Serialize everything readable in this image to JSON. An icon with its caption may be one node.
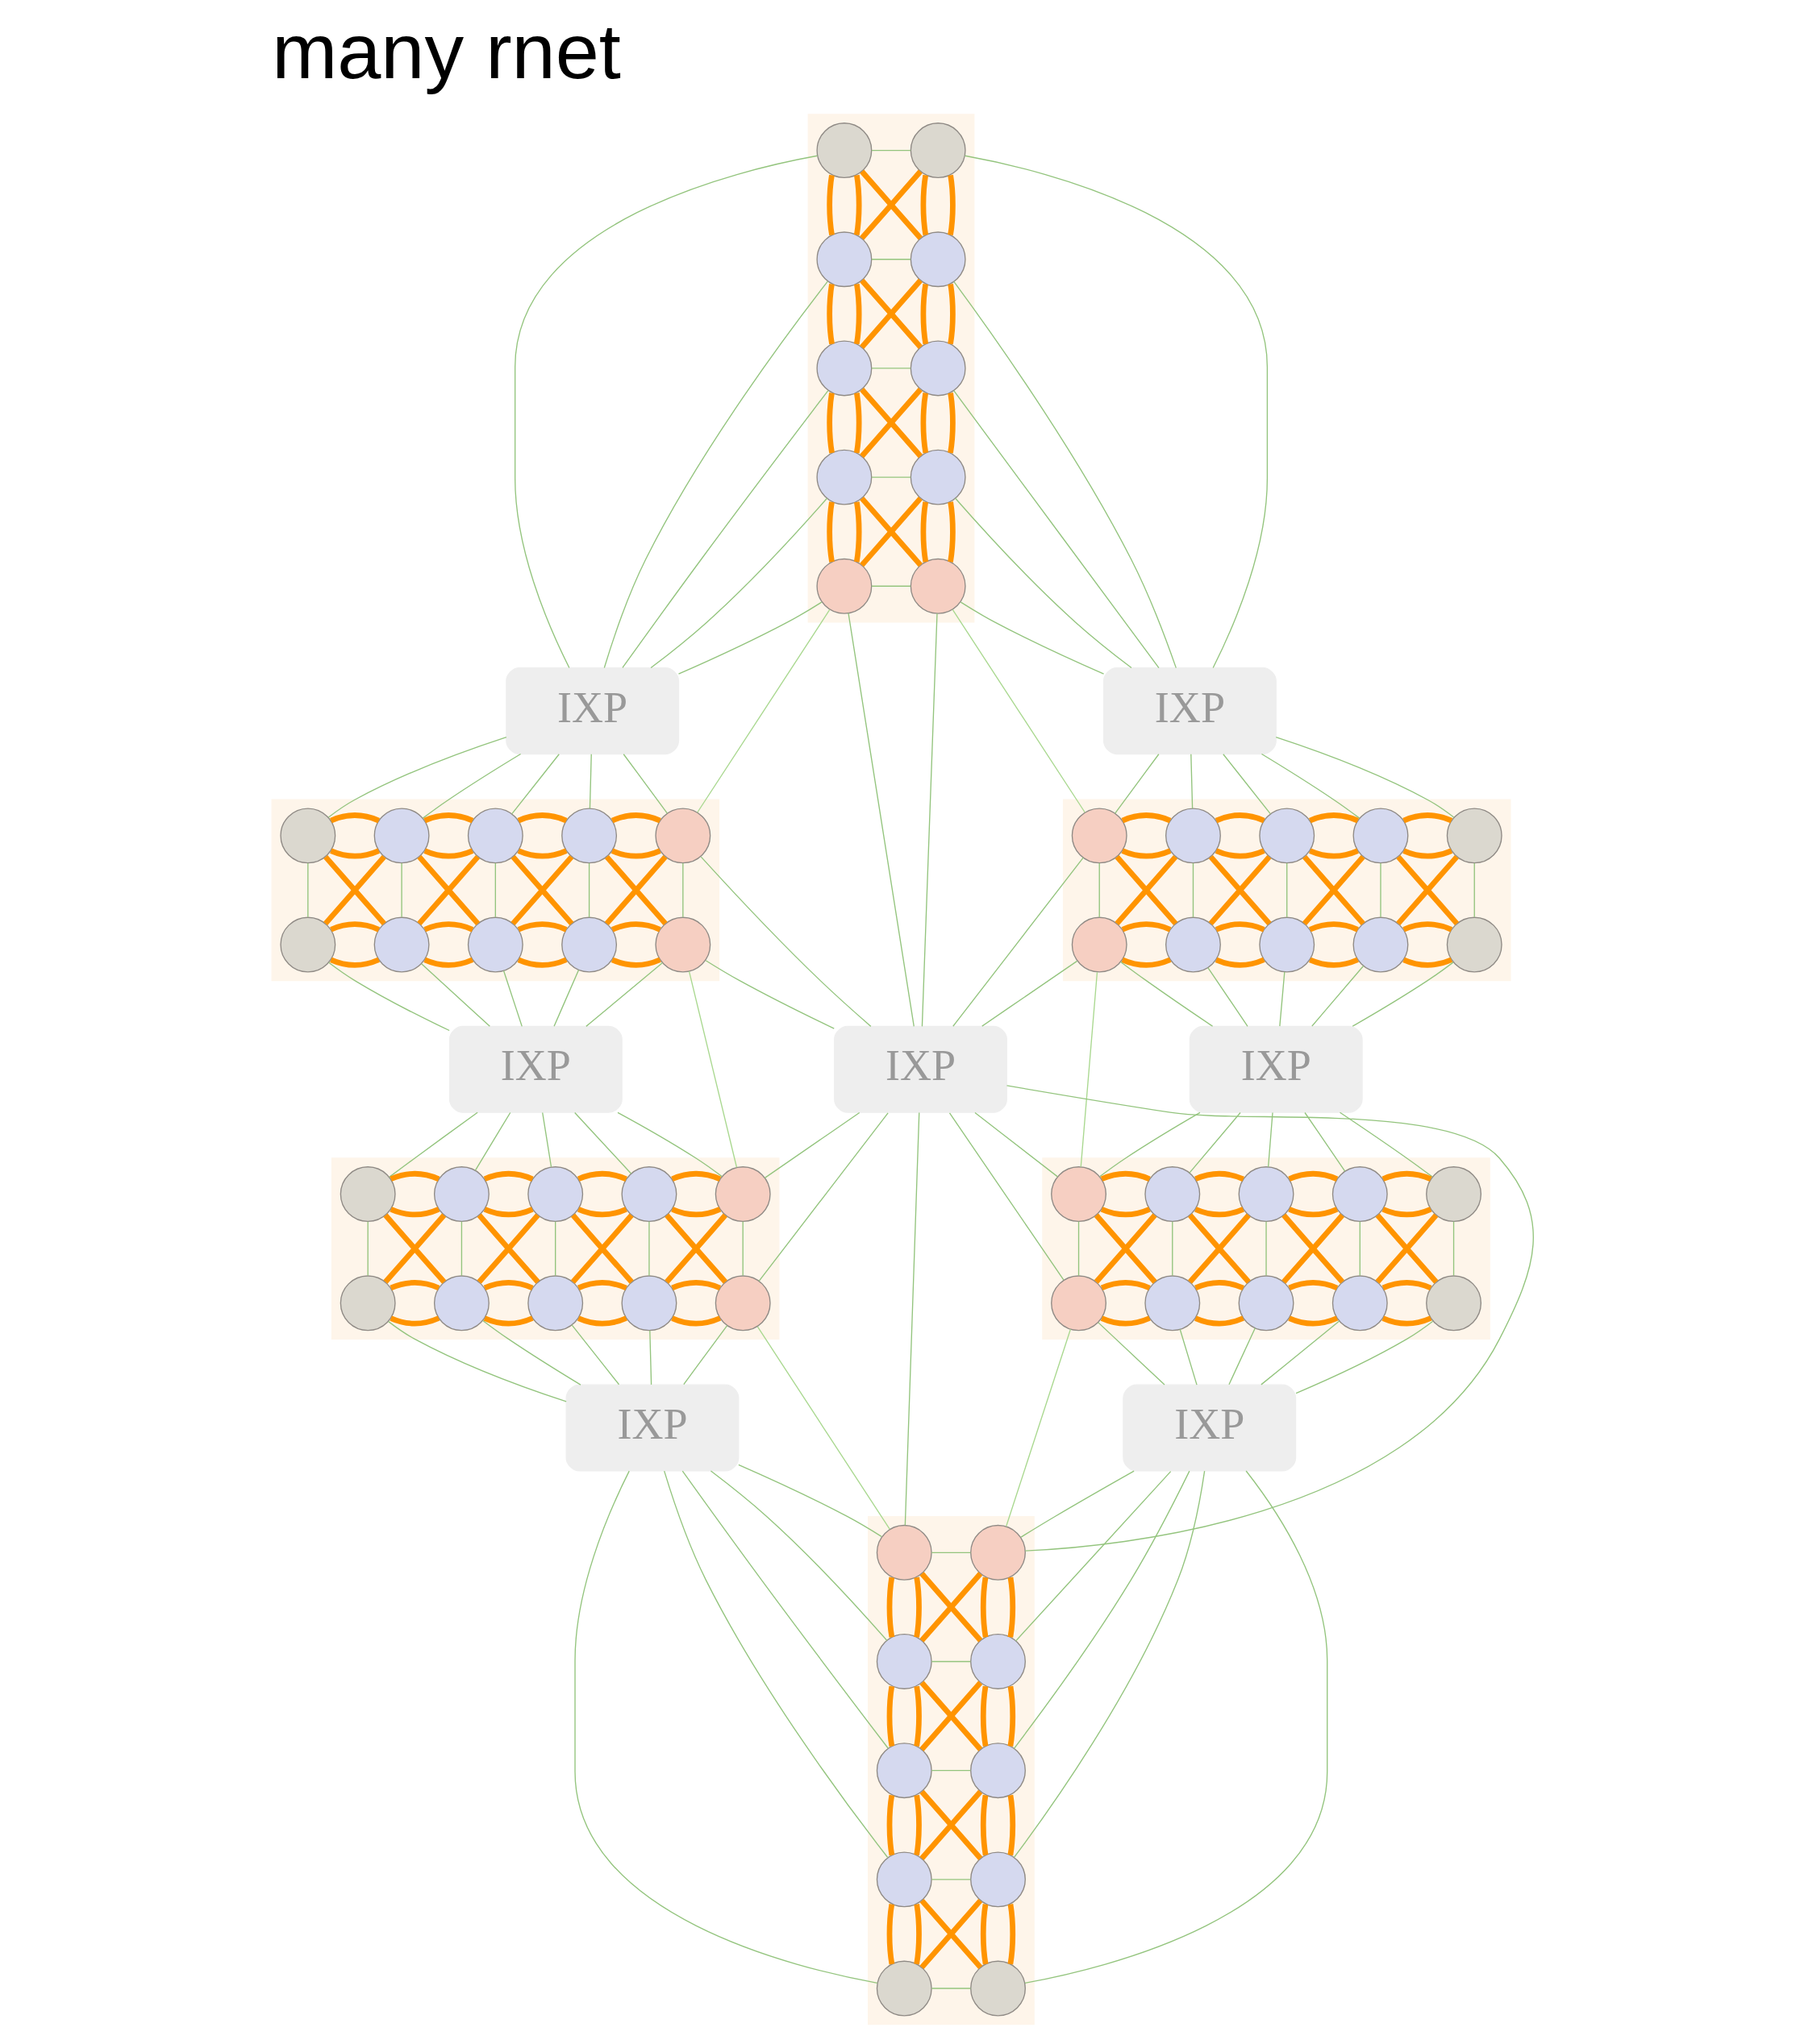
{
  "diagram": {
    "title": "many rnet",
    "nodes": [
      {
        "text": [],
        "shape": "box"
      },
      {
        "text": [],
        "shape": "circle",
        "in": 0
      },
      {
        "text": [],
        "shape": "circle",
        "in": 0
      },
      {
        "text": [],
        "shape": "circle",
        "in": 0
      },
      {
        "text": [],
        "shape": "circle",
        "in": 0
      },
      {
        "text": [],
        "shape": "circle",
        "in": 0
      },
      {
        "text": [],
        "shape": "circle",
        "in": 0
      },
      {
        "text": [],
        "shape": "circle",
        "in": 0
      },
      {
        "text": [],
        "shape": "circle",
        "in": 0
      },
      {
        "text": [],
        "shape": "circle",
        "in": 0
      },
      {
        "text": [],
        "shape": "circle",
        "in": 0
      },
      {
        "text": [
          "IXP"
        ]
      },
      {
        "text": [
          "IXP"
        ]
      },
      {
        "text": [],
        "shape": "box"
      },
      {
        "text": [],
        "shape": "circle",
        "in": 13
      },
      {
        "text": [],
        "shape": "circle",
        "in": 13
      },
      {
        "text": [],
        "shape": "circle",
        "in": 13
      },
      {
        "text": [],
        "shape": "circle",
        "in": 13
      },
      {
        "text": [],
        "shape": "circle",
        "in": 13
      },
      {
        "text": [],
        "shape": "circle",
        "in": 13
      },
      {
        "text": [],
        "shape": "circle",
        "in": 13
      },
      {
        "text": [],
        "shape": "circle",
        "in": 13
      },
      {
        "text": [],
        "shape": "circle",
        "in": 13
      },
      {
        "text": [],
        "shape": "circle",
        "in": 13
      },
      {
        "text": [],
        "shape": "box"
      },
      {
        "text": [],
        "shape": "circle",
        "in": 24
      },
      {
        "text": [],
        "shape": "circle",
        "in": 24
      },
      {
        "text": [],
        "shape": "circle",
        "in": 24
      },
      {
        "text": [],
        "shape": "circle",
        "in": 24
      },
      {
        "text": [],
        "shape": "circle",
        "in": 24
      },
      {
        "text": [],
        "shape": "circle",
        "in": 24
      },
      {
        "text": [],
        "shape": "circle",
        "in": 24
      },
      {
        "text": [],
        "shape": "circle",
        "in": 24
      },
      {
        "text": [],
        "shape": "circle",
        "in": 24
      },
      {
        "text": [],
        "shape": "circle",
        "in": 24
      },
      {
        "text": [
          "IXP"
        ]
      },
      {
        "text": [
          "IXP"
        ]
      },
      {
        "text": [
          "IXP"
        ]
      },
      {
        "text": [],
        "shape": "box"
      },
      {
        "text": [],
        "shape": "circle",
        "in": 38
      },
      {
        "text": [],
        "shape": "circle",
        "in": 38
      },
      {
        "text": [],
        "shape": "circle",
        "in": 38
      },
      {
        "text": [],
        "shape": "circle",
        "in": 38
      },
      {
        "text": [],
        "shape": "circle",
        "in": 38
      },
      {
        "text": [],
        "shape": "circle",
        "in": 38
      },
      {
        "text": [],
        "shape": "circle",
        "in": 38
      },
      {
        "text": [],
        "shape": "circle",
        "in": 38
      },
      {
        "text": [],
        "shape": "circle",
        "in": 38
      },
      {
        "text": [],
        "shape": "circle",
        "in": 38
      },
      {
        "text": [],
        "shape": "box"
      },
      {
        "text": [],
        "shape": "circle",
        "in": 49
      },
      {
        "text": [],
        "shape": "circle",
        "in": 49
      },
      {
        "text": [],
        "shape": "circle",
        "in": 49
      },
      {
        "text": [],
        "shape": "circle",
        "in": 49
      },
      {
        "text": [],
        "shape": "circle",
        "in": 49
      },
      {
        "text": [],
        "shape": "circle",
        "in": 49
      },
      {
        "text": [],
        "shape": "circle",
        "in": 49
      },
      {
        "text": [],
        "shape": "circle",
        "in": 49
      },
      {
        "text": [],
        "shape": "circle",
        "in": 49
      },
      {
        "text": [],
        "shape": "circle",
        "in": 49
      },
      {
        "text": [
          "IXP"
        ]
      },
      {
        "text": [
          "IXP"
        ]
      },
      {
        "text": [],
        "shape": "box"
      },
      {
        "text": [],
        "shape": "circle",
        "in": 62
      },
      {
        "text": [],
        "shape": "circle",
        "in": 62
      },
      {
        "text": [],
        "shape": "circle",
        "in": 62
      },
      {
        "text": [],
        "shape": "circle",
        "in": 62
      },
      {
        "text": [],
        "shape": "circle",
        "in": 62
      },
      {
        "text": [],
        "shape": "circle",
        "in": 62
      },
      {
        "text": [],
        "shape": "circle",
        "in": 62
      },
      {
        "text": [],
        "shape": "circle",
        "in": 62
      },
      {
        "text": [],
        "shape": "circle",
        "in": 62
      },
      {
        "text": [],
        "shape": "circle",
        "in": 62
      }
    ],
    "edges": [
      {
        "from": 1,
        "to": 2,
        "arrow": "none",
        "color": "#93c47d"
      },
      {
        "from": 3,
        "to": 4,
        "arrow": "none",
        "color": "#93c47d"
      },
      {
        "from": 5,
        "to": 6,
        "arrow": "none",
        "color": "#93c47d"
      },
      {
        "from": 7,
        "to": 8,
        "arrow": "none",
        "color": "#93c47d"
      },
      {
        "from": 9,
        "to": 10,
        "arrow": "none",
        "color": "#93c47d"
      },
      {
        "from": 1,
        "to": 3,
        "arrow": "none"
      },
      {
        "from": 1,
        "to": 3,
        "arrow": "none"
      },
      {
        "from": 2,
        "to": 4,
        "arrow": "none"
      },
      {
        "from": 2,
        "to": 4,
        "arrow": "none"
      },
      {
        "from": 1,
        "to": 4,
        "arrow": "none"
      },
      {
        "from": 2,
        "to": 3,
        "arrow": "none"
      },
      {
        "from": 3,
        "to": 5,
        "arrow": "none"
      },
      {
        "from": 3,
        "to": 5,
        "arrow": "none"
      },
      {
        "from": 4,
        "to": 6,
        "arrow": "none"
      },
      {
        "from": 4,
        "to": 6,
        "arrow": "none"
      },
      {
        "from": 3,
        "to": 6,
        "arrow": "none"
      },
      {
        "from": 4,
        "to": 5,
        "arrow": "none"
      },
      {
        "from": 5,
        "to": 7,
        "arrow": "none"
      },
      {
        "from": 5,
        "to": 7,
        "arrow": "none"
      },
      {
        "from": 6,
        "to": 8,
        "arrow": "none"
      },
      {
        "from": 6,
        "to": 8,
        "arrow": "none"
      },
      {
        "from": 5,
        "to": 8,
        "arrow": "none"
      },
      {
        "from": 6,
        "to": 7,
        "arrow": "none"
      },
      {
        "from": 7,
        "to": 9,
        "arrow": "none"
      },
      {
        "from": 7,
        "to": 9,
        "arrow": "none"
      },
      {
        "from": 8,
        "to": 10,
        "arrow": "none"
      },
      {
        "from": 8,
        "to": 10,
        "arrow": "none"
      },
      {
        "from": 7,
        "to": 10,
        "arrow": "none"
      },
      {
        "from": 8,
        "to": 9,
        "arrow": "none"
      },
      {
        "from": 14,
        "to": 19,
        "arrow": "none",
        "color": "#93c47d"
      },
      {
        "from": 15,
        "to": 20,
        "arrow": "none",
        "color": "#93c47d"
      },
      {
        "from": 16,
        "to": 21,
        "arrow": "none",
        "color": "#93c47d"
      },
      {
        "from": 17,
        "to": 22,
        "arrow": "none",
        "color": "#93c47d"
      },
      {
        "from": 18,
        "to": 23,
        "arrow": "none",
        "color": "#93c47d"
      },
      {
        "from": 14,
        "to": 15,
        "arrow": "none"
      },
      {
        "from": 14,
        "to": 15,
        "arrow": "none"
      },
      {
        "from": 19,
        "to": 20,
        "arrow": "none"
      },
      {
        "from": 19,
        "to": 20,
        "arrow": "none"
      },
      {
        "from": 14,
        "to": 20,
        "arrow": "none"
      },
      {
        "from": 15,
        "to": 19,
        "arrow": "none"
      },
      {
        "from": 15,
        "to": 16,
        "arrow": "none"
      },
      {
        "from": 15,
        "to": 16,
        "arrow": "none"
      },
      {
        "from": 20,
        "to": 21,
        "arrow": "none"
      },
      {
        "from": 20,
        "to": 21,
        "arrow": "none"
      },
      {
        "from": 15,
        "to": 21,
        "arrow": "none"
      },
      {
        "from": 16,
        "to": 20,
        "arrow": "none"
      },
      {
        "from": 16,
        "to": 17,
        "arrow": "none"
      },
      {
        "from": 16,
        "to": 17,
        "arrow": "none"
      },
      {
        "from": 21,
        "to": 22,
        "arrow": "none"
      },
      {
        "from": 21,
        "to": 22,
        "arrow": "none"
      },
      {
        "from": 16,
        "to": 22,
        "arrow": "none"
      },
      {
        "from": 17,
        "to": 21,
        "arrow": "none"
      },
      {
        "from": 17,
        "to": 18,
        "arrow": "none"
      },
      {
        "from": 17,
        "to": 18,
        "arrow": "none"
      },
      {
        "from": 22,
        "to": 23,
        "arrow": "none"
      },
      {
        "from": 22,
        "to": 23,
        "arrow": "none"
      },
      {
        "from": 17,
        "to": 23,
        "arrow": "none"
      },
      {
        "from": 18,
        "to": 22,
        "arrow": "none"
      },
      {
        "from": 25,
        "to": 30,
        "arrow": "none",
        "color": "#93c47d"
      },
      {
        "from": 26,
        "to": 31,
        "arrow": "none",
        "color": "#93c47d"
      },
      {
        "from": 27,
        "to": 32,
        "arrow": "none",
        "color": "#93c47d"
      },
      {
        "from": 28,
        "to": 33,
        "arrow": "none",
        "color": "#93c47d"
      },
      {
        "from": 29,
        "to": 34,
        "arrow": "none",
        "color": "#93c47d"
      },
      {
        "from": 25,
        "to": 26,
        "arrow": "none"
      },
      {
        "from": 25,
        "to": 26,
        "arrow": "none"
      },
      {
        "from": 30,
        "to": 31,
        "arrow": "none"
      },
      {
        "from": 30,
        "to": 31,
        "arrow": "none"
      },
      {
        "from": 25,
        "to": 31,
        "arrow": "none"
      },
      {
        "from": 26,
        "to": 30,
        "arrow": "none"
      },
      {
        "from": 26,
        "to": 27,
        "arrow": "none"
      },
      {
        "from": 26,
        "to": 27,
        "arrow": "none"
      },
      {
        "from": 31,
        "to": 32,
        "arrow": "none"
      },
      {
        "from": 31,
        "to": 32,
        "arrow": "none"
      },
      {
        "from": 26,
        "to": 32,
        "arrow": "none"
      },
      {
        "from": 27,
        "to": 31,
        "arrow": "none"
      },
      {
        "from": 27,
        "to": 28,
        "arrow": "none"
      },
      {
        "from": 27,
        "to": 28,
        "arrow": "none"
      },
      {
        "from": 32,
        "to": 33,
        "arrow": "none"
      },
      {
        "from": 32,
        "to": 33,
        "arrow": "none"
      },
      {
        "from": 27,
        "to": 33,
        "arrow": "none"
      },
      {
        "from": 28,
        "to": 32,
        "arrow": "none"
      },
      {
        "from": 28,
        "to": 29,
        "arrow": "none"
      },
      {
        "from": 28,
        "to": 29,
        "arrow": "none"
      },
      {
        "from": 33,
        "to": 34,
        "arrow": "none"
      },
      {
        "from": 33,
        "to": 34,
        "arrow": "none"
      },
      {
        "from": 28,
        "to": 34,
        "arrow": "none"
      },
      {
        "from": 29,
        "to": 33,
        "arrow": "none"
      },
      {
        "from": 39,
        "to": 44,
        "arrow": "none",
        "color": "#93c47d"
      },
      {
        "from": 40,
        "to": 45,
        "arrow": "none",
        "color": "#93c47d"
      },
      {
        "from": 41,
        "to": 46,
        "arrow": "none",
        "color": "#93c47d"
      },
      {
        "from": 42,
        "to": 47,
        "arrow": "none",
        "color": "#93c47d"
      },
      {
        "from": 43,
        "to": 48,
        "arrow": "none",
        "color": "#93c47d"
      },
      {
        "from": 39,
        "to": 40,
        "arrow": "none"
      },
      {
        "from": 39,
        "to": 40,
        "arrow": "none"
      },
      {
        "from": 44,
        "to": 45,
        "arrow": "none"
      },
      {
        "from": 44,
        "to": 45,
        "arrow": "none"
      },
      {
        "from": 39,
        "to": 45,
        "arrow": "none"
      },
      {
        "from": 40,
        "to": 44,
        "arrow": "none"
      },
      {
        "from": 40,
        "to": 41,
        "arrow": "none"
      },
      {
        "from": 40,
        "to": 41,
        "arrow": "none"
      },
      {
        "from": 45,
        "to": 46,
        "arrow": "none"
      },
      {
        "from": 45,
        "to": 46,
        "arrow": "none"
      },
      {
        "from": 40,
        "to": 46,
        "arrow": "none"
      },
      {
        "from": 41,
        "to": 45,
        "arrow": "none"
      },
      {
        "from": 41,
        "to": 42,
        "arrow": "none"
      },
      {
        "from": 41,
        "to": 42,
        "arrow": "none"
      },
      {
        "from": 46,
        "to": 47,
        "arrow": "none"
      },
      {
        "from": 46,
        "to": 47,
        "arrow": "none"
      },
      {
        "from": 41,
        "to": 47,
        "arrow": "none"
      },
      {
        "from": 42,
        "to": 46,
        "arrow": "none"
      },
      {
        "from": 42,
        "to": 43,
        "arrow": "none"
      },
      {
        "from": 42,
        "to": 43,
        "arrow": "none"
      },
      {
        "from": 47,
        "to": 48,
        "arrow": "none"
      },
      {
        "from": 47,
        "to": 48,
        "arrow": "none"
      },
      {
        "from": 42,
        "to": 48,
        "arrow": "none"
      },
      {
        "from": 43,
        "to": 47,
        "arrow": "none"
      },
      {
        "from": 50,
        "to": 55,
        "arrow": "none",
        "color": "#93c47d"
      },
      {
        "from": 51,
        "to": 56,
        "arrow": "none",
        "color": "#93c47d"
      },
      {
        "from": 52,
        "to": 57,
        "arrow": "none",
        "color": "#93c47d"
      },
      {
        "from": 53,
        "to": 58,
        "arrow": "none",
        "color": "#93c47d"
      },
      {
        "from": 54,
        "to": 59,
        "arrow": "none",
        "color": "#93c47d"
      },
      {
        "from": 50,
        "to": 51,
        "arrow": "none"
      },
      {
        "from": 50,
        "to": 51,
        "arrow": "none"
      },
      {
        "from": 55,
        "to": 56,
        "arrow": "none"
      },
      {
        "from": 55,
        "to": 56,
        "arrow": "none"
      },
      {
        "from": 50,
        "to": 56,
        "arrow": "none"
      },
      {
        "from": 51,
        "to": 55,
        "arrow": "none"
      },
      {
        "from": 51,
        "to": 52,
        "arrow": "none"
      },
      {
        "from": 51,
        "to": 52,
        "arrow": "none"
      },
      {
        "from": 56,
        "to": 57,
        "arrow": "none"
      },
      {
        "from": 56,
        "to": 57,
        "arrow": "none"
      },
      {
        "from": 51,
        "to": 57,
        "arrow": "none"
      },
      {
        "from": 52,
        "to": 56,
        "arrow": "none"
      },
      {
        "from": 52,
        "to": 53,
        "arrow": "none"
      },
      {
        "from": 52,
        "to": 53,
        "arrow": "none"
      },
      {
        "from": 57,
        "to": 58,
        "arrow": "none"
      },
      {
        "from": 57,
        "to": 58,
        "arrow": "none"
      },
      {
        "from": 52,
        "to": 58,
        "arrow": "none"
      },
      {
        "from": 53,
        "to": 57,
        "arrow": "none"
      },
      {
        "from": 53,
        "to": 54,
        "arrow": "none"
      },
      {
        "from": 53,
        "to": 54,
        "arrow": "none"
      },
      {
        "from": 58,
        "to": 59,
        "arrow": "none"
      },
      {
        "from": 58,
        "to": 59,
        "arrow": "none"
      },
      {
        "from": 53,
        "to": 59,
        "arrow": "none"
      },
      {
        "from": 54,
        "to": 58,
        "arrow": "none"
      },
      {
        "from": 63,
        "to": 64,
        "arrow": "none",
        "color": "#93c47d"
      },
      {
        "from": 65,
        "to": 66,
        "arrow": "none",
        "color": "#93c47d"
      },
      {
        "from": 67,
        "to": 68,
        "arrow": "none",
        "color": "#93c47d"
      },
      {
        "from": 69,
        "to": 70,
        "arrow": "none",
        "color": "#93c47d"
      },
      {
        "from": 71,
        "to": 72,
        "arrow": "none",
        "color": "#93c47d"
      },
      {
        "from": 63,
        "to": 65,
        "arrow": "none"
      },
      {
        "from": 63,
        "to": 65,
        "arrow": "none"
      },
      {
        "from": 64,
        "to": 66,
        "arrow": "none"
      },
      {
        "from": 64,
        "to": 66,
        "arrow": "none"
      },
      {
        "from": 63,
        "to": 66,
        "arrow": "none"
      },
      {
        "from": 64,
        "to": 65,
        "arrow": "none"
      },
      {
        "from": 65,
        "to": 67,
        "arrow": "none"
      },
      {
        "from": 65,
        "to": 67,
        "arrow": "none"
      },
      {
        "from": 66,
        "to": 68,
        "arrow": "none"
      },
      {
        "from": 66,
        "to": 68,
        "arrow": "none"
      },
      {
        "from": 65,
        "to": 68,
        "arrow": "none"
      },
      {
        "from": 66,
        "to": 67,
        "arrow": "none"
      },
      {
        "from": 67,
        "to": 69,
        "arrow": "none"
      },
      {
        "from": 67,
        "to": 69,
        "arrow": "none"
      },
      {
        "from": 68,
        "to": 70,
        "arrow": "none"
      },
      {
        "from": 68,
        "to": 70,
        "arrow": "none"
      },
      {
        "from": 67,
        "to": 70,
        "arrow": "none"
      },
      {
        "from": 68,
        "to": 69,
        "arrow": "none"
      },
      {
        "from": 69,
        "to": 71,
        "arrow": "none"
      },
      {
        "from": 69,
        "to": 71,
        "arrow": "none"
      },
      {
        "from": 70,
        "to": 72,
        "arrow": "none"
      },
      {
        "from": 70,
        "to": 72,
        "arrow": "none"
      },
      {
        "from": 69,
        "to": 72,
        "arrow": "none"
      },
      {
        "from": 70,
        "to": 71,
        "arrow": "none"
      },
      {
        "from": 1,
        "to": 11,
        "arrow": "none",
        "color": "#93c47d"
      },
      {
        "from": 3,
        "to": 11,
        "arrow": "none",
        "color": "#93c47d"
      },
      {
        "from": 5,
        "to": 11,
        "arrow": "none",
        "color": "#93c47d"
      },
      {
        "from": 7,
        "to": 11,
        "arrow": "none",
        "color": "#93c47d"
      },
      {
        "from": 9,
        "to": 11,
        "arrow": "none",
        "color": "#93c47d"
      },
      {
        "from": 11,
        "to": 14,
        "arrow": "none",
        "color": "#93c47d"
      },
      {
        "from": 11,
        "to": 15,
        "arrow": "none",
        "color": "#93c47d"
      },
      {
        "from": 11,
        "to": 16,
        "arrow": "none",
        "color": "#93c47d"
      },
      {
        "from": 11,
        "to": 17,
        "arrow": "none",
        "color": "#93c47d"
      },
      {
        "from": 11,
        "to": 18,
        "arrow": "none",
        "color": "#93c47d"
      },
      {
        "from": 2,
        "to": 12,
        "arrow": "none",
        "color": "#93c47d"
      },
      {
        "from": 4,
        "to": 12,
        "arrow": "none",
        "color": "#93c47d"
      },
      {
        "from": 6,
        "to": 12,
        "arrow": "none",
        "color": "#93c47d"
      },
      {
        "from": 8,
        "to": 12,
        "arrow": "none",
        "color": "#93c47d"
      },
      {
        "from": 10,
        "to": 12,
        "arrow": "none",
        "color": "#93c47d"
      },
      {
        "from": 12,
        "to": 25,
        "arrow": "none",
        "color": "#93c47d"
      },
      {
        "from": 12,
        "to": 26,
        "arrow": "none",
        "color": "#93c47d"
      },
      {
        "from": 12,
        "to": 27,
        "arrow": "none",
        "color": "#93c47d"
      },
      {
        "from": 12,
        "to": 28,
        "arrow": "none",
        "color": "#93c47d"
      },
      {
        "from": 12,
        "to": 29,
        "arrow": "none",
        "color": "#93c47d"
      },
      {
        "from": 9,
        "to": 18,
        "arrow": "none",
        "color": "#a9d88f"
      },
      {
        "from": 10,
        "to": 25,
        "arrow": "none",
        "color": "#a9d88f"
      },
      {
        "from": 19,
        "to": 35,
        "arrow": "none",
        "color": "#93c47d"
      },
      {
        "from": 20,
        "to": 35,
        "arrow": "none",
        "color": "#93c47d"
      },
      {
        "from": 21,
        "to": 35,
        "arrow": "none",
        "color": "#93c47d"
      },
      {
        "from": 22,
        "to": 35,
        "arrow": "none",
        "color": "#93c47d"
      },
      {
        "from": 23,
        "to": 35,
        "arrow": "none",
        "color": "#93c47d"
      },
      {
        "from": 35,
        "to": 39,
        "arrow": "none",
        "color": "#93c47d"
      },
      {
        "from": 35,
        "to": 40,
        "arrow": "none",
        "color": "#93c47d"
      },
      {
        "from": 35,
        "to": 41,
        "arrow": "none",
        "color": "#93c47d"
      },
      {
        "from": 35,
        "to": 42,
        "arrow": "none",
        "color": "#93c47d"
      },
      {
        "from": 35,
        "to": 43,
        "arrow": "none",
        "color": "#93c47d"
      },
      {
        "from": 30,
        "to": 37,
        "arrow": "none",
        "color": "#93c47d"
      },
      {
        "from": 31,
        "to": 37,
        "arrow": "none",
        "color": "#93c47d"
      },
      {
        "from": 32,
        "to": 37,
        "arrow": "none",
        "color": "#93c47d"
      },
      {
        "from": 33,
        "to": 37,
        "arrow": "none",
        "color": "#93c47d"
      },
      {
        "from": 34,
        "to": 37,
        "arrow": "none",
        "color": "#93c47d"
      },
      {
        "from": 37,
        "to": 50,
        "arrow": "none",
        "color": "#93c47d"
      },
      {
        "from": 37,
        "to": 51,
        "arrow": "none",
        "color": "#93c47d"
      },
      {
        "from": 37,
        "to": 52,
        "arrow": "none",
        "color": "#93c47d"
      },
      {
        "from": 37,
        "to": 53,
        "arrow": "none",
        "color": "#93c47d"
      },
      {
        "from": 37,
        "to": 54,
        "arrow": "none",
        "color": "#93c47d"
      },
      {
        "from": 9,
        "to": 36,
        "arrow": "none",
        "color": "#93c47d"
      },
      {
        "from": 10,
        "to": 36,
        "arrow": "none",
        "color": "#93c47d"
      },
      {
        "from": 18,
        "to": 36,
        "arrow": "none",
        "color": "#93c47d"
      },
      {
        "from": 23,
        "to": 36,
        "arrow": "none",
        "color": "#93c47d"
      },
      {
        "from": 25,
        "to": 36,
        "arrow": "none",
        "color": "#93c47d"
      },
      {
        "from": 30,
        "to": 36,
        "arrow": "none",
        "color": "#93c47d"
      },
      {
        "from": 36,
        "to": 43,
        "arrow": "none",
        "color": "#93c47d"
      },
      {
        "from": 36,
        "to": 48,
        "arrow": "none",
        "color": "#93c47d"
      },
      {
        "from": 36,
        "to": 50,
        "arrow": "none",
        "color": "#93c47d"
      },
      {
        "from": 36,
        "to": 55,
        "arrow": "none",
        "color": "#93c47d"
      },
      {
        "from": 36,
        "to": 63,
        "arrow": "none",
        "color": "#93c47d"
      },
      {
        "from": 36,
        "to": 64,
        "arrow": "none",
        "color": "#93c47d"
      },
      {
        "from": 23,
        "to": 43,
        "arrow": "none",
        "color": "#a9d88f"
      },
      {
        "from": 30,
        "to": 50,
        "arrow": "none",
        "color": "#a9d88f"
      },
      {
        "from": 44,
        "to": 60,
        "arrow": "none",
        "color": "#93c47d"
      },
      {
        "from": 45,
        "to": 60,
        "arrow": "none",
        "color": "#93c47d"
      },
      {
        "from": 46,
        "to": 60,
        "arrow": "none",
        "color": "#93c47d"
      },
      {
        "from": 47,
        "to": 60,
        "arrow": "none",
        "color": "#93c47d"
      },
      {
        "from": 48,
        "to": 60,
        "arrow": "none",
        "color": "#93c47d"
      },
      {
        "from": 60,
        "to": 63,
        "arrow": "none",
        "color": "#93c47d"
      },
      {
        "from": 60,
        "to": 65,
        "arrow": "none",
        "color": "#93c47d"
      },
      {
        "from": 60,
        "to": 67,
        "arrow": "none",
        "color": "#93c47d"
      },
      {
        "from": 60,
        "to": 69,
        "arrow": "none",
        "color": "#93c47d"
      },
      {
        "from": 60,
        "to": 71,
        "arrow": "none",
        "color": "#93c47d"
      },
      {
        "from": 55,
        "to": 61,
        "arrow": "none",
        "color": "#93c47d"
      },
      {
        "from": 56,
        "to": 61,
        "arrow": "none",
        "color": "#93c47d"
      },
      {
        "from": 57,
        "to": 61,
        "arrow": "none",
        "color": "#93c47d"
      },
      {
        "from": 58,
        "to": 61,
        "arrow": "none",
        "color": "#93c47d"
      },
      {
        "from": 59,
        "to": 61,
        "arrow": "none",
        "color": "#93c47d"
      },
      {
        "from": 61,
        "to": 64,
        "arrow": "none",
        "color": "#93c47d"
      },
      {
        "from": 61,
        "to": 66,
        "arrow": "none",
        "color": "#93c47d"
      },
      {
        "from": 61,
        "to": 68,
        "arrow": "none",
        "color": "#93c47d"
      },
      {
        "from": 61,
        "to": 70,
        "arrow": "none",
        "color": "#93c47d"
      },
      {
        "from": 61,
        "to": 72,
        "arrow": "none",
        "color": "#93c47d"
      },
      {
        "from": 48,
        "to": 63,
        "arrow": "none",
        "color": "#a9d88f"
      },
      {
        "from": 55,
        "to": 64,
        "arrow": "none",
        "color": "#a9d88f"
      }
    ]
  }
}
